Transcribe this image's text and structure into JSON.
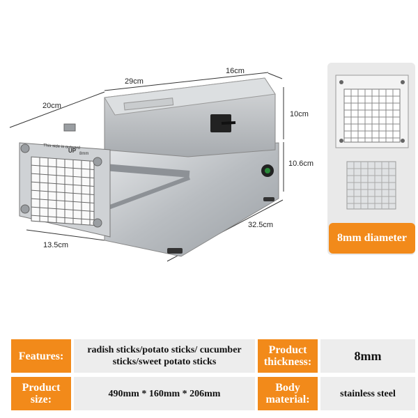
{
  "dimensions": {
    "width_29": "29cm",
    "depth_16": "16cm",
    "side_20": "20cm",
    "height_10": "10cm",
    "height_10_6": "10.6cm",
    "length_32_5": "32.5cm",
    "width_13_5": "13.5cm"
  },
  "blade_plate": {
    "notice": "This side is outward",
    "up_label": "UP",
    "size_label": "8mm"
  },
  "side_badge": {
    "label": "8mm diameter"
  },
  "specs": {
    "features_label": "Features:",
    "features_value": "radish sticks/potato sticks/ cucumber sticks/sweet potato sticks",
    "thickness_label": "Product thickness:",
    "thickness_value": "8mm",
    "size_label": "Product size:",
    "size_value": "490mm * 160mm * 206mm",
    "material_label": "Body material:",
    "material_value": "stainless steel"
  },
  "colors": {
    "accent": "#f28a1a",
    "value_bg": "#ededed",
    "steel": "#b8bcc0"
  }
}
